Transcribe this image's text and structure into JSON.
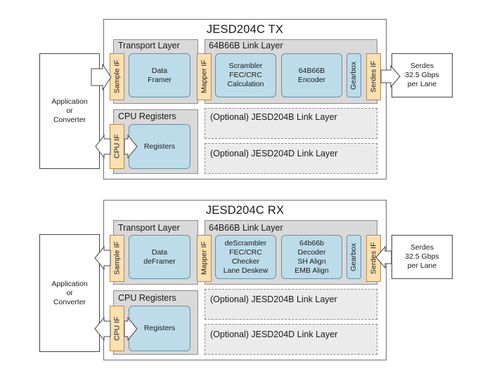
{
  "app_block": {
    "label": "Application\nor\nConverter"
  },
  "tx": {
    "title": "JESD204C TX",
    "transport_layer": "Transport Layer",
    "link_layer": "64B66B Link Layer",
    "sample_if": "Sample IF",
    "framer": "Data\nFramer",
    "mapper_if": "Mapper IF",
    "scrambler": "Scrambler\nFEC/CRC\nCalculation",
    "codec": "64B66B\nEncoder",
    "gearbox": "Gearbox",
    "serdes_if": "Serdes IF",
    "serdes": "Serdes\n32.5 Gbps\nper Lane",
    "cpu_registers_title": "CPU Registers",
    "cpu_if": "CPU IF",
    "registers": "Registers",
    "optional_b": "(Optional) JESD204B Link Layer",
    "optional_d": "(Optional) JESD204D Link Layer"
  },
  "rx": {
    "title": "JESD204C RX",
    "transport_layer": "Transport Layer",
    "link_layer": "64B66B Link Layer",
    "sample_if": "Sample IF",
    "framer": "Data\ndeFramer",
    "mapper_if": "Mapper IF",
    "scrambler": "deScrambler\nFEC/CRC\nChecker\nLane Deskew",
    "codec": "64b66b\nDecoder\nSH Align\nEMB Align",
    "gearbox": "Gearbox",
    "serdes_if": "Serdes IF",
    "serdes": "Serdes\n32.5 Gbps\nper Lane",
    "cpu_registers_title": "CPU Registers",
    "cpu_if": "CPU IF",
    "registers": "Registers",
    "optional_b": "(Optional) JESD204B Link Layer",
    "optional_d": "(Optional) JESD204D Link Layer"
  },
  "colors": {
    "block_fill": "#bcdcea",
    "interface_fill": "#fce0b0",
    "layer_fill": "#d9d9d9",
    "optional_fill": "#ebebeb"
  }
}
